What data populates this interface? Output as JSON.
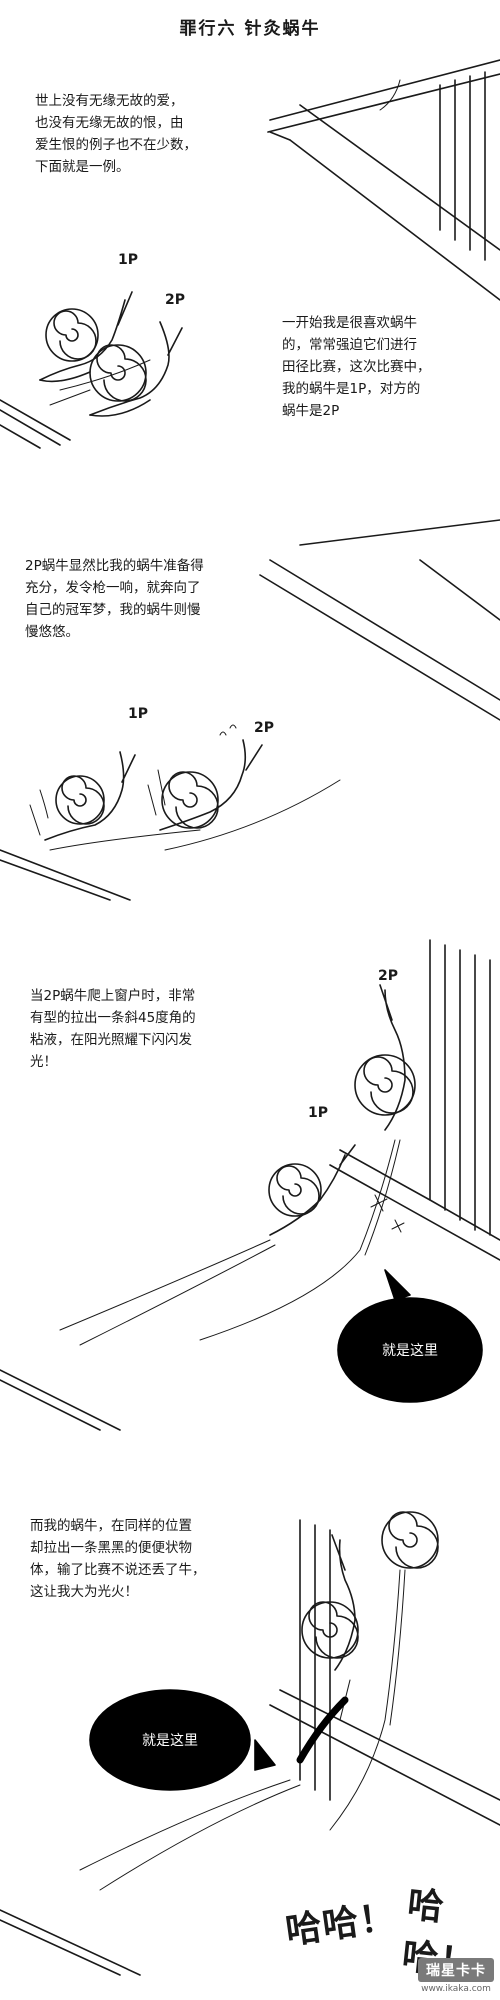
{
  "title": "罪行六  针灸蜗牛",
  "panels": [
    {
      "caption": "世上没有无缘无故的爱，\n也没有无缘无故的恨，由\n爱生恨的例子也不在少数，\n下面就是一例。",
      "labels": [
        "1P",
        "2P"
      ]
    },
    {
      "caption": "一开始我是很喜欢蜗牛\n的，常常强迫它们进行\n田径比赛，这次比赛中，\n我的蜗牛是1P，对方的\n蜗牛是2P"
    },
    {
      "caption": "2P蜗牛显然比我的蜗牛准备得\n充分，发令枪一响，就奔向了\n自己的冠军梦，我的蜗牛则慢\n慢悠悠。",
      "labels": [
        "1P",
        "2P"
      ]
    },
    {
      "caption": "当2P蜗牛爬上窗户时，非常\n有型的拉出一条斜45度角的\n粘液，在阳光照耀下闪闪发\n光！",
      "labels": [
        "2P",
        "1P"
      ],
      "bubble": "就是这里"
    },
    {
      "caption": "而我的蜗牛，在同样的位置\n却拉出一条黑黑的便便状物\n体，输了比赛不说还丢了牛，\n这让我大为光火！",
      "bubble": "就是这里"
    }
  ],
  "laugh": [
    "哈哈！",
    "哈哈！"
  ],
  "watermark": {
    "main": "瑞星卡卡",
    "url": "www.ikaka.com"
  },
  "colors": {
    "ink": "#1a1a1a",
    "bubble": "#000000",
    "paper": "#ffffff"
  }
}
